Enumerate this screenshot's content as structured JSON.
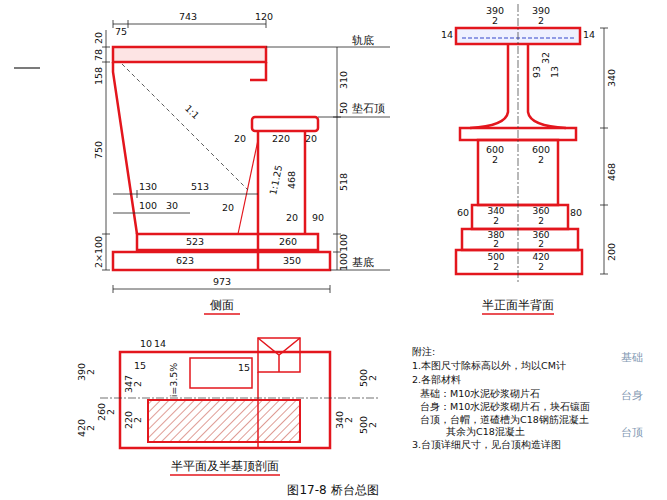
{
  "diagram": {
    "caption": "图17-8 桥台总图",
    "labels": [
      "743",
      "120",
      "75",
      "20",
      "78",
      "158",
      "轨底",
      "310",
      "50",
      "垫石顶",
      "1:1",
      "20",
      "220",
      "20",
      "750",
      "1:1.25",
      "518",
      "468",
      "130",
      "513",
      "100",
      "30",
      "20",
      "20",
      "90",
      "523",
      "260",
      "2×100",
      "100",
      "基底",
      "623",
      "350",
      "100",
      "973",
      "侧面",
      "390",
      "2",
      "390",
      "2",
      "14",
      "14",
      "93",
      "32",
      "13",
      "340",
      "600",
      "2",
      "600",
      "2",
      "468",
      "60",
      "80",
      "340",
      "2",
      "360",
      "2",
      "380",
      "2",
      "360",
      "2",
      "500",
      "2",
      "420",
      "2",
      "200",
      "半正面半背面",
      "390",
      "2",
      "260",
      "2",
      "420",
      "2",
      "347",
      "2",
      "220",
      "2",
      "15",
      "10",
      "14",
      "i=3.5%",
      "15",
      "340",
      "2",
      "500",
      "2",
      "500",
      "2",
      "半平面及半基顶剖面",
      "附注:",
      "1.本图尺寸除标高以外，均以CM计",
      "2.各部材料",
      "基础：M10水泥砂浆砌片石",
      "台身：M10水泥砂浆砌片石，块石镶面",
      "台顶，台帽，道碴槽为C18钢筋混凝土",
      "其余为C18混凝土",
      "3.台顶详细尺寸，见台顶构造详图",
      "基础",
      "台身",
      "台顶"
    ]
  }
}
